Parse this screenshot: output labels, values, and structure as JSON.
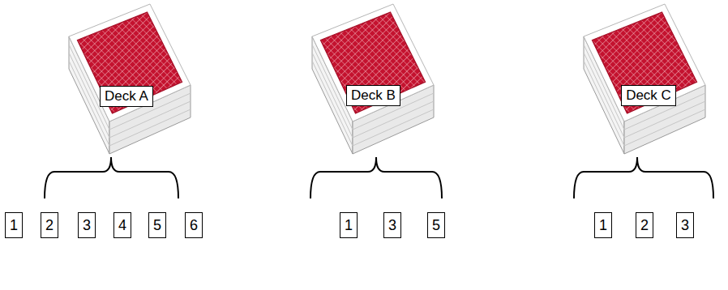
{
  "diagram": {
    "nodes": [
      {
        "text": [
          "Deck A"
        ]
      },
      {
        "text": [
          "Deck B"
        ]
      },
      {
        "text": [
          "Deck C"
        ]
      },
      {
        "text": [
          "1"
        ]
      },
      {
        "text": [
          "2"
        ]
      },
      {
        "text": [
          "3"
        ]
      },
      {
        "text": [
          "4"
        ]
      },
      {
        "text": [
          "5"
        ]
      },
      {
        "text": [
          "6"
        ]
      },
      {
        "text": [
          "1"
        ]
      },
      {
        "text": [
          "3"
        ]
      },
      {
        "text": [
          "5"
        ]
      },
      {
        "text": [
          "1"
        ]
      },
      {
        "text": [
          "2"
        ]
      },
      {
        "text": [
          "3"
        ]
      }
    ]
  }
}
